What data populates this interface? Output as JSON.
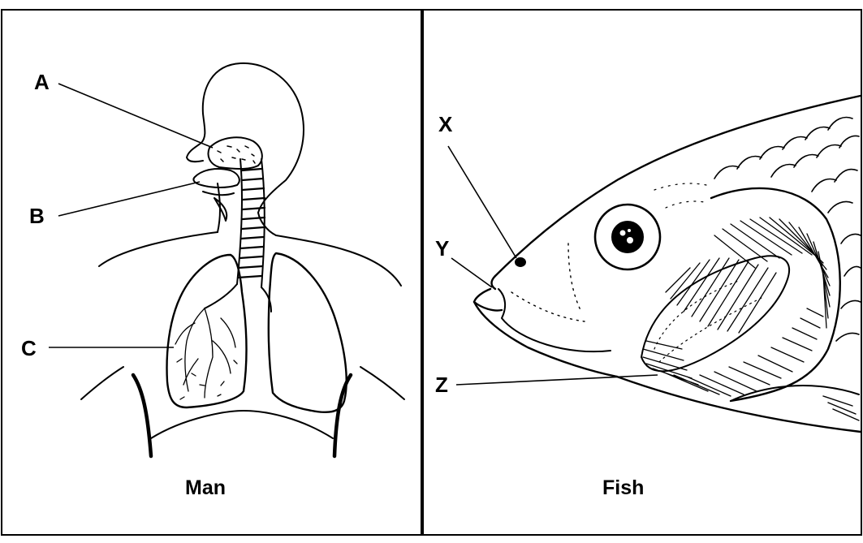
{
  "panels": [
    {
      "caption": "Man",
      "labels": [
        "A",
        "B",
        "C"
      ]
    },
    {
      "caption": "Fish",
      "labels": [
        "X",
        "Y",
        "Z"
      ]
    }
  ]
}
